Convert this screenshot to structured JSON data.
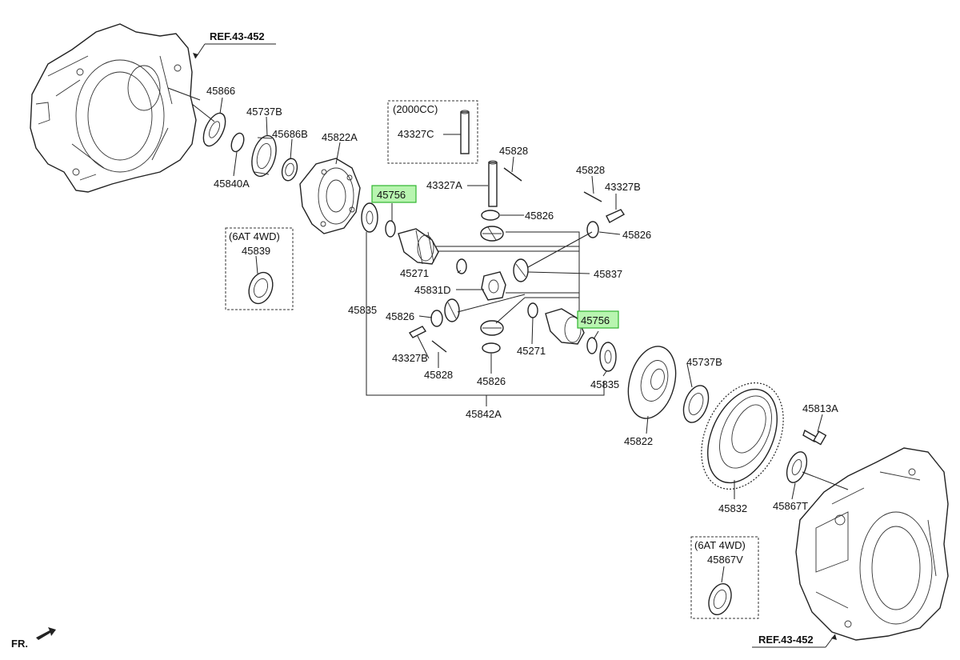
{
  "references": {
    "top": "REF.43-452",
    "bottom": "REF.43-452"
  },
  "direction_label": "FR.",
  "notes": {
    "box_2000cc": "(2000CC)",
    "box_6at_left": "(6AT 4WD)",
    "box_6at_right": "(6AT 4WD)"
  },
  "parts": {
    "p45866": "45866",
    "p45737B_top": "45737B",
    "p45686B": "45686B",
    "p45822A": "45822A",
    "p45840A": "45840A",
    "p45756_upper": "45756",
    "p45839": "45839",
    "p43327C": "43327C",
    "p45828_a": "45828",
    "p43327A": "43327A",
    "p45826_a": "45826",
    "p45828_b": "45828",
    "p43327B_a": "43327B",
    "p45826_b": "45826",
    "p45271_a": "45271",
    "p45831D": "45831D",
    "p45837": "45837",
    "p45835_a": "45835",
    "p45826_c": "45826",
    "p45756_lower": "45756",
    "p43327B_b": "43327B",
    "p45271_b": "45271",
    "p45828_c": "45828",
    "p45826_d": "45826",
    "p45835_b": "45835",
    "p45842A": "45842A",
    "p45737B_bottom": "45737B",
    "p45822": "45822",
    "p45813A": "45813A",
    "p45832": "45832",
    "p45867T": "45867T",
    "p45867V": "45867V"
  },
  "highlight_color": "#b8f5b0"
}
